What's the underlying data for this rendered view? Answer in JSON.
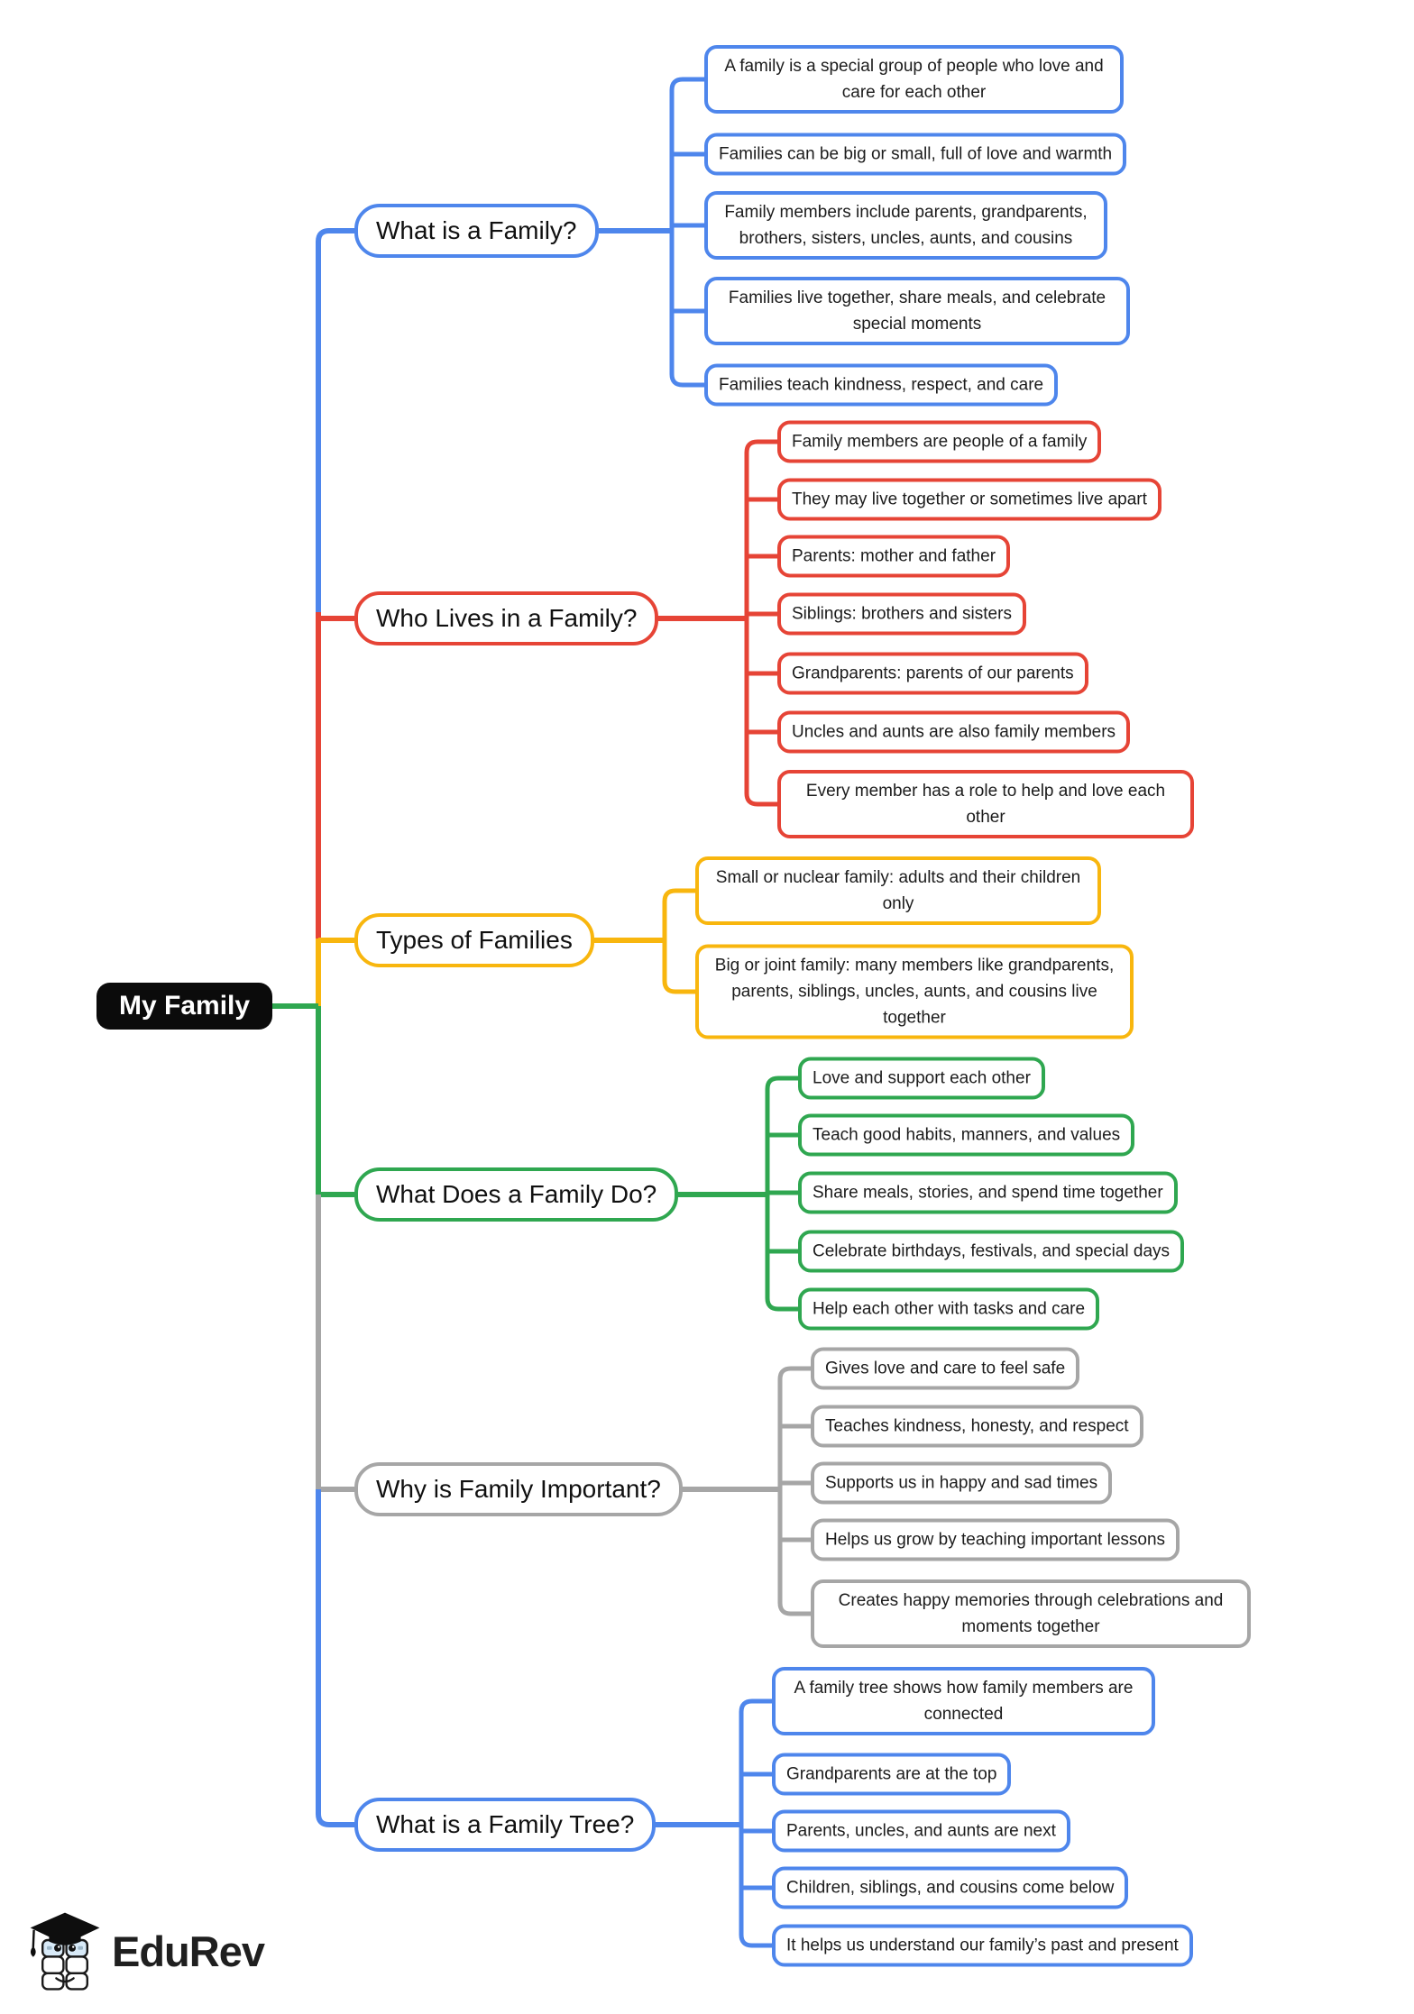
{
  "diagram": {
    "root": "My Family",
    "branches": [
      {
        "label": "What is a Family?",
        "color": "#4e86ec",
        "children": [
          "A family is a special group of people who love and care for each other",
          "Families can be big or small, full of love and warmth",
          "Family members include parents, grandparents, brothers, sisters, uncles, aunts, and cousins",
          "Families live together, share meals, and celebrate special moments",
          "Families teach kindness, respect, and care"
        ]
      },
      {
        "label": "Who Lives in a Family?",
        "color": "#e64436",
        "children": [
          "Family members are people of a family",
          "They may live together or sometimes live apart",
          "Parents: mother and father",
          "Siblings: brothers and sisters",
          "Grandparents: parents of our parents",
          "Uncles and aunts are also family members",
          "Every member has a role to help and love each other"
        ]
      },
      {
        "label": "Types of Families",
        "color": "#f8b60e",
        "children": [
          "Small or nuclear family: adults and their children only",
          "Big or joint family: many members like grandparents, parents, siblings, uncles, aunts, and cousins live together"
        ]
      },
      {
        "label": "What Does a Family Do?",
        "color": "#2fa750",
        "children": [
          "Love and support each other",
          "Teach good habits, manners, and values",
          "Share meals, stories, and spend time together",
          "Celebrate birthdays, festivals, and special days",
          "Help each other with tasks and care"
        ]
      },
      {
        "label": "Why is Family Important?",
        "color": "#a6a6a6",
        "children": [
          "Gives love and care to feel safe",
          "Teaches kindness, honesty, and respect",
          "Supports us in happy and sad times",
          "Helps us grow by teaching important lessons",
          "Creates happy memories through celebrations and moments together"
        ]
      },
      {
        "label": "What is a Family Tree?",
        "color": "#4e86ec",
        "children": [
          "A family tree shows how family members are connected",
          "Grandparents are at the top",
          "Parents, uncles, and aunts are next",
          "Children, siblings, and cousins come below",
          "It helps us understand our family’s past and present"
        ]
      }
    ]
  },
  "branding": {
    "logo_text": "EduRev"
  },
  "colors": {
    "root_bg": "#0b0b0b",
    "root_text": "#ffffff",
    "node_bg": "#ffffff",
    "node_text": "#1c1c1c",
    "background": "#ffffff"
  }
}
